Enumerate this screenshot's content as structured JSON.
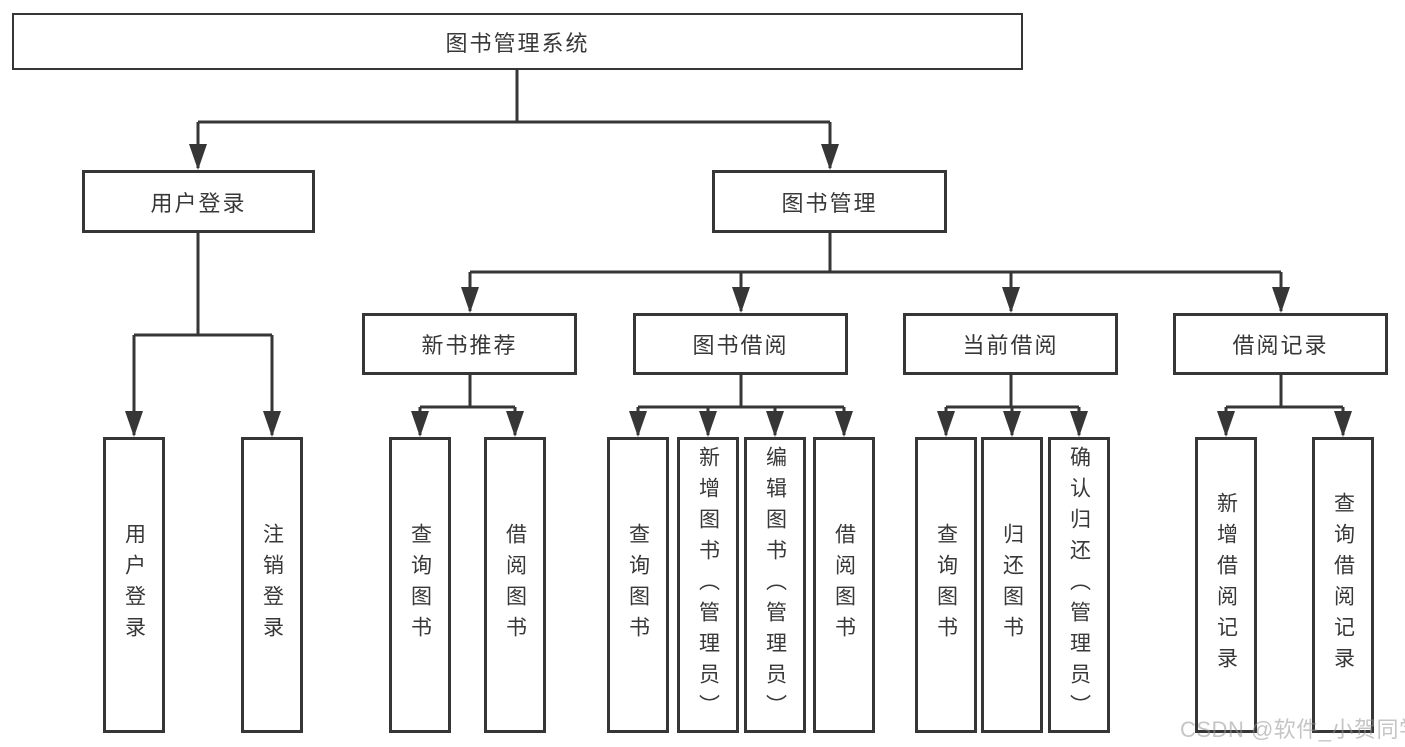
{
  "diagram": {
    "root": {
      "label": "图书管理系统"
    },
    "level2": [
      {
        "label": "用户登录"
      },
      {
        "label": "图书管理"
      }
    ],
    "level3": [
      {
        "label": "新书推荐"
      },
      {
        "label": "图书借阅"
      },
      {
        "label": "当前借阅"
      },
      {
        "label": "借阅记录"
      }
    ],
    "leaves": {
      "user_login": [
        "用户登录",
        "注销登录"
      ],
      "new_book": [
        "查询图书",
        "借阅图书"
      ],
      "book_borrow": [
        "查询图书",
        "新增图书（管理员）",
        "编辑图书（管理员）",
        "借阅图书"
      ],
      "current_borrow": [
        "查询图书",
        "归还图书",
        "确认归还（管理员）"
      ],
      "borrow_record": [
        "新增借阅记录",
        "查询借阅记录"
      ]
    }
  },
  "watermark": "CSDN @软件_小贺同学",
  "colors": {
    "line": "#363636",
    "text": "#383838",
    "watermark": "#a9a9a9",
    "background": "#ffffff"
  }
}
